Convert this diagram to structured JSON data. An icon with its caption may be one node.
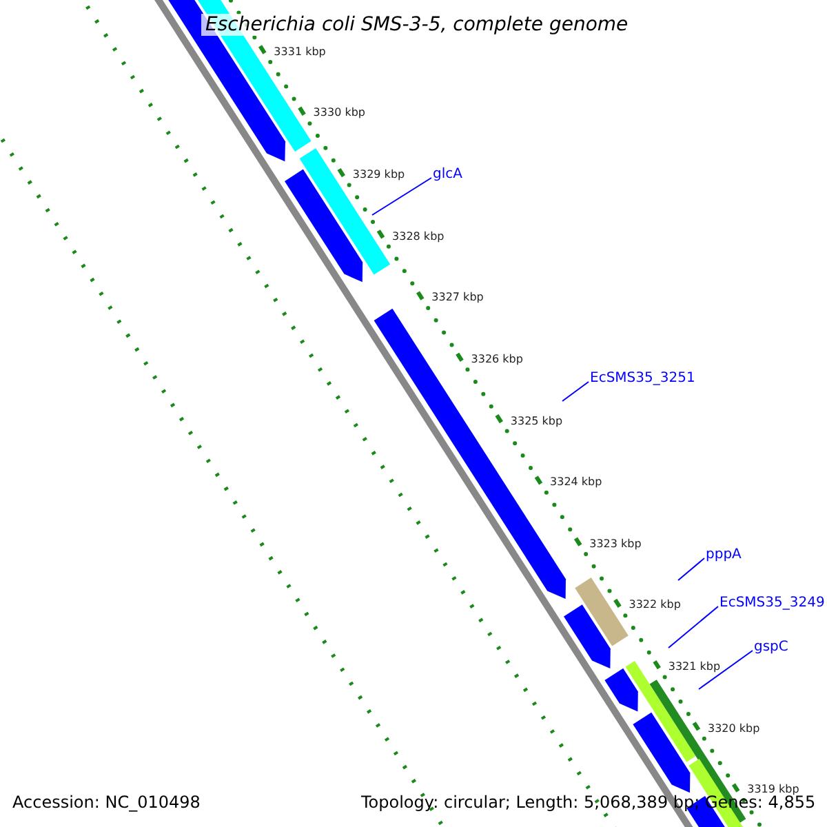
{
  "diagram": {
    "title": "Escherichia coli SMS-3-5, complete genome",
    "nodes": [
      {
        "text": [
          "glcA"
        ]
      },
      {
        "text": [
          "EcSMS35_3251"
        ]
      },
      {
        "text": [
          "pppA"
        ]
      },
      {
        "text": [
          "EcSMS35_3249"
        ]
      },
      {
        "text": [
          "gspC"
        ]
      }
    ],
    "edges": [
      {
        "from": 0,
        "to": null,
        "arrow": "none"
      },
      {
        "from": 1,
        "to": null,
        "arrow": "none"
      },
      {
        "from": 2,
        "to": null,
        "arrow": "none"
      },
      {
        "from": 3,
        "to": null,
        "arrow": "none"
      },
      {
        "from": 4,
        "to": null,
        "arrow": "none"
      }
    ],
    "labels": [
      "3331 kbp",
      "3330 kbp",
      "3329 kbp",
      "3328 kbp",
      "3327 kbp",
      "3326 kbp",
      "3325 kbp",
      "3324 kbp",
      "3323 kbp",
      "3322 kbp",
      "3321 kbp",
      "3320 kbp",
      "3319 kbp",
      "Accession: NC_010498",
      "Topology: circular; Length: 5,068,389 bp; Genes: 4,855"
    ]
  }
}
